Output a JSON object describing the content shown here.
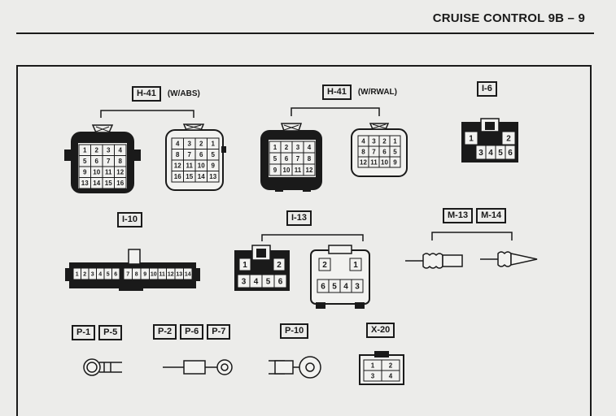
{
  "header": {
    "title": "CRUISE CONTROL 9B – 9"
  },
  "connectors": {
    "h41_abs": {
      "label": "H-41",
      "note": "(W/ABS)"
    },
    "h41_rwal": {
      "label": "H-41",
      "note": "(W/RWAL)"
    },
    "i6": {
      "label": "I-6"
    },
    "i10": {
      "label": "I-10"
    },
    "i13": {
      "label": "I-13"
    },
    "m13": {
      "label": "M-13"
    },
    "m14": {
      "label": "M-14"
    },
    "p1": {
      "label": "P-1"
    },
    "p5": {
      "label": "P-5"
    },
    "p2": {
      "label": "P-2"
    },
    "p6": {
      "label": "P-6"
    },
    "p7": {
      "label": "P-7"
    },
    "p10": {
      "label": "P-10"
    },
    "x20": {
      "label": "X-20"
    }
  },
  "pins": {
    "h41_abs_male": [
      "1",
      "2",
      "3",
      "4",
      "5",
      "6",
      "7",
      "8",
      "9",
      "10",
      "11",
      "12",
      "13",
      "14",
      "15",
      "16"
    ],
    "h41_abs_female": [
      "4",
      "3",
      "2",
      "1",
      "8",
      "7",
      "6",
      "5",
      "12",
      "11",
      "10",
      "9",
      "16",
      "15",
      "14",
      "13"
    ],
    "h41_rwal_male": [
      "1",
      "2",
      "3",
      "4",
      "5",
      "6",
      "7",
      "8",
      "9",
      "10",
      "11",
      "12"
    ],
    "h41_rwal_female": [
      "4",
      "3",
      "2",
      "1",
      "8",
      "7",
      "6",
      "5",
      "12",
      "11",
      "10",
      "9"
    ],
    "i6": [
      "1",
      "2",
      "3",
      "4",
      "5",
      "6"
    ],
    "i10_left": [
      "1",
      "2",
      "3",
      "4",
      "5",
      "6"
    ],
    "i10_right": [
      "7",
      "8",
      "9",
      "10",
      "11",
      "12",
      "13",
      "14"
    ],
    "i13_left": [
      "1",
      "2",
      "3",
      "4",
      "5",
      "6"
    ],
    "i13_right_top": [
      "2",
      "1"
    ],
    "i13_right_bot": [
      "6",
      "5",
      "4",
      "3"
    ],
    "x20": [
      "1",
      "2",
      "3",
      "4"
    ]
  }
}
